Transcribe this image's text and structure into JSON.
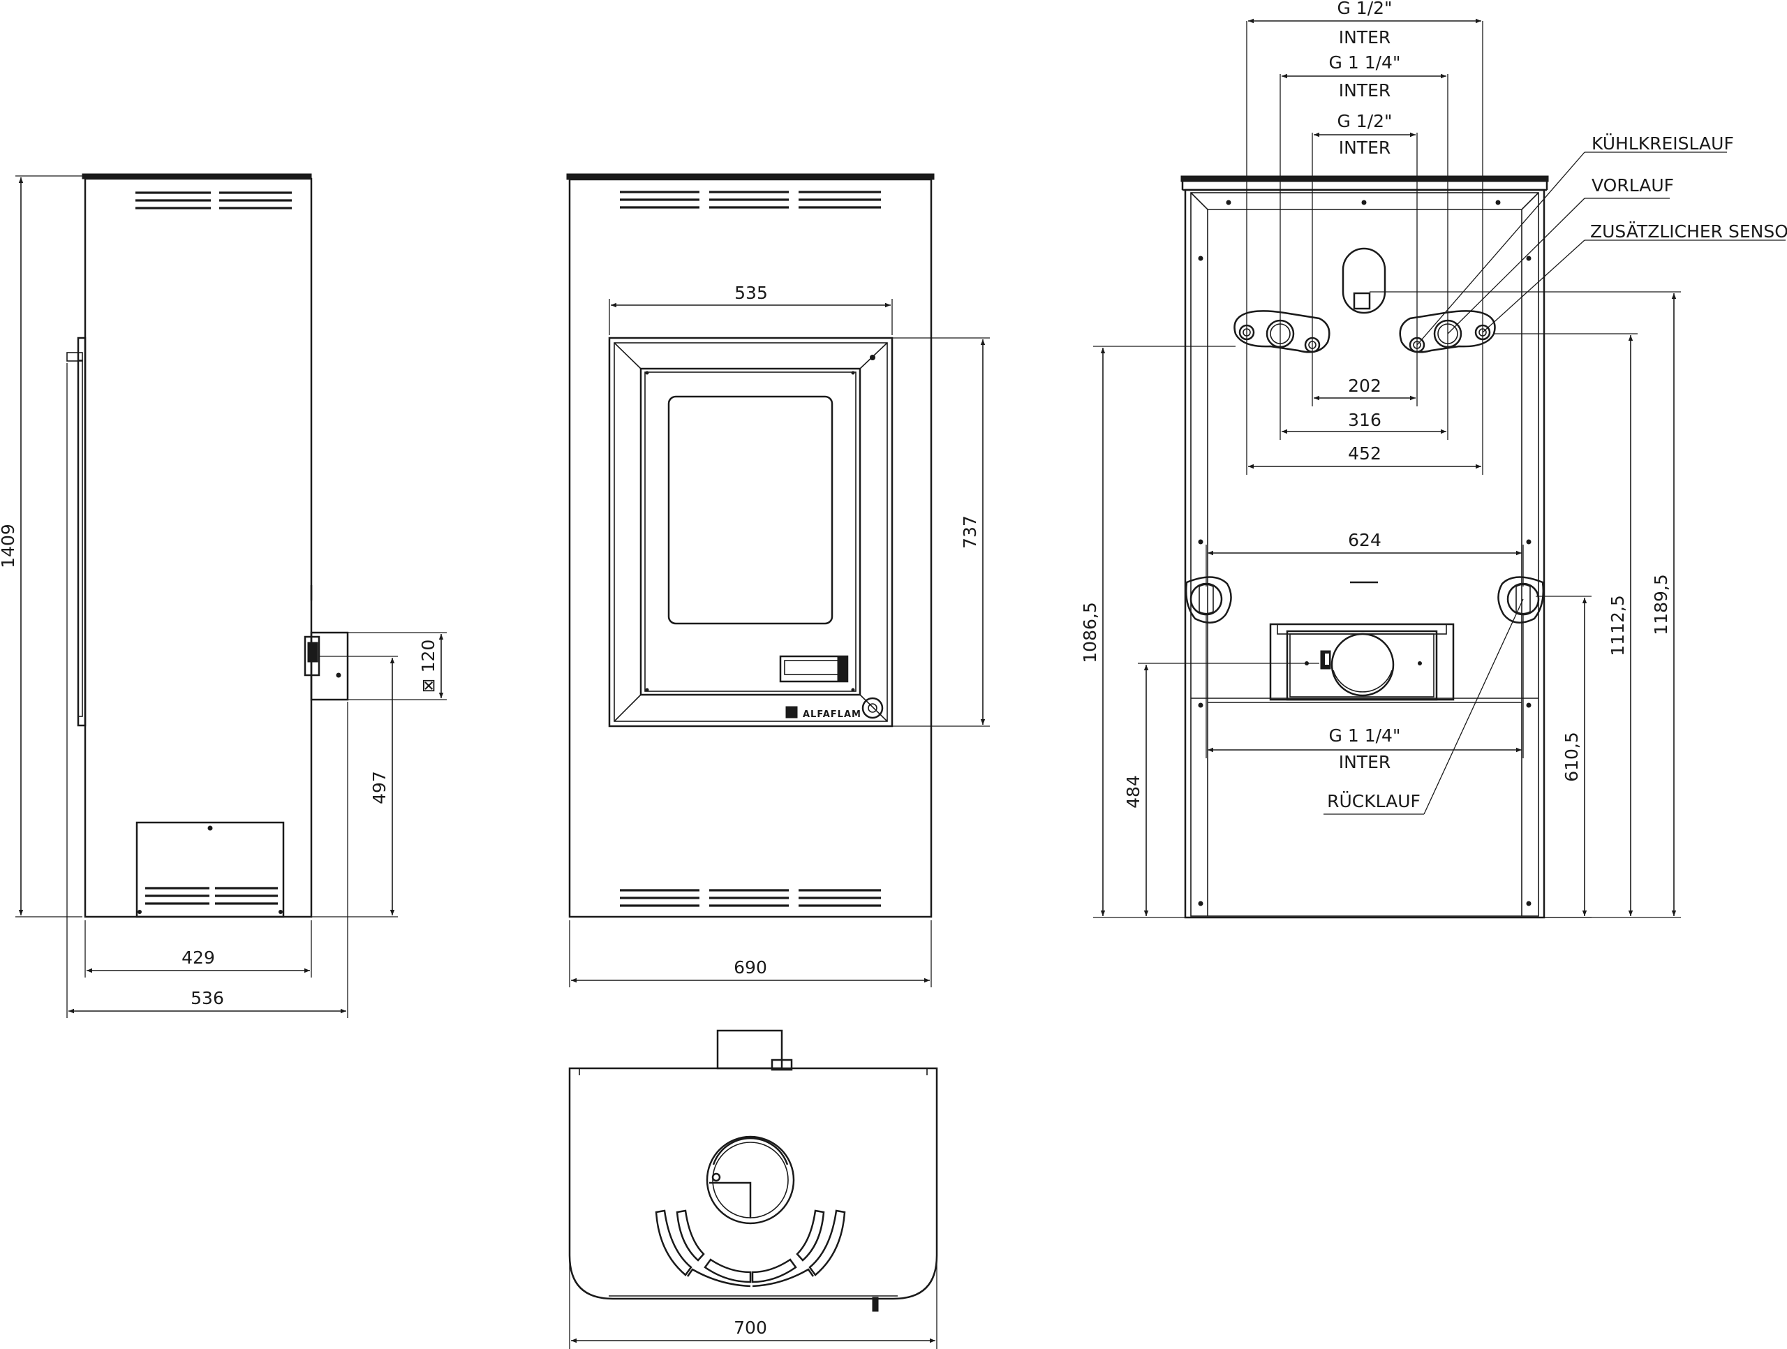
{
  "side_view": {
    "height": "1409",
    "depth_inner": "429",
    "depth_total": "536",
    "height_connector": "497",
    "flue_square": "⊠ 120"
  },
  "front_view": {
    "width": "690",
    "door_width": "535",
    "door_height": "737",
    "brand": "ALFAFLAM"
  },
  "back_view": {
    "top_conn_1": "G 1/2\"",
    "top_conn_1_type": "INTER",
    "top_conn_2": "G 1 1/4\"",
    "top_conn_2_type": "INTER",
    "top_conn_3": "G 1/2\"",
    "top_conn_3_type": "INTER",
    "spacing_202": "202",
    "spacing_316": "316",
    "spacing_452": "452",
    "spacing_624": "624",
    "bottom_conn": "G 1 1/4\"",
    "bottom_conn_type": "INTER",
    "height_1086": "1086,5",
    "height_484": "484",
    "height_610": "610,5",
    "height_1112": "1112,5",
    "height_1189": "1189,5",
    "label_cooling": "KÜHLKREISLAUF",
    "label_flow": "VORLAUF",
    "label_sensor": "ZUSÄTZLICHER SENSOR",
    "label_return": "RÜCKLAUF"
  },
  "top_view": {
    "width": "700"
  }
}
